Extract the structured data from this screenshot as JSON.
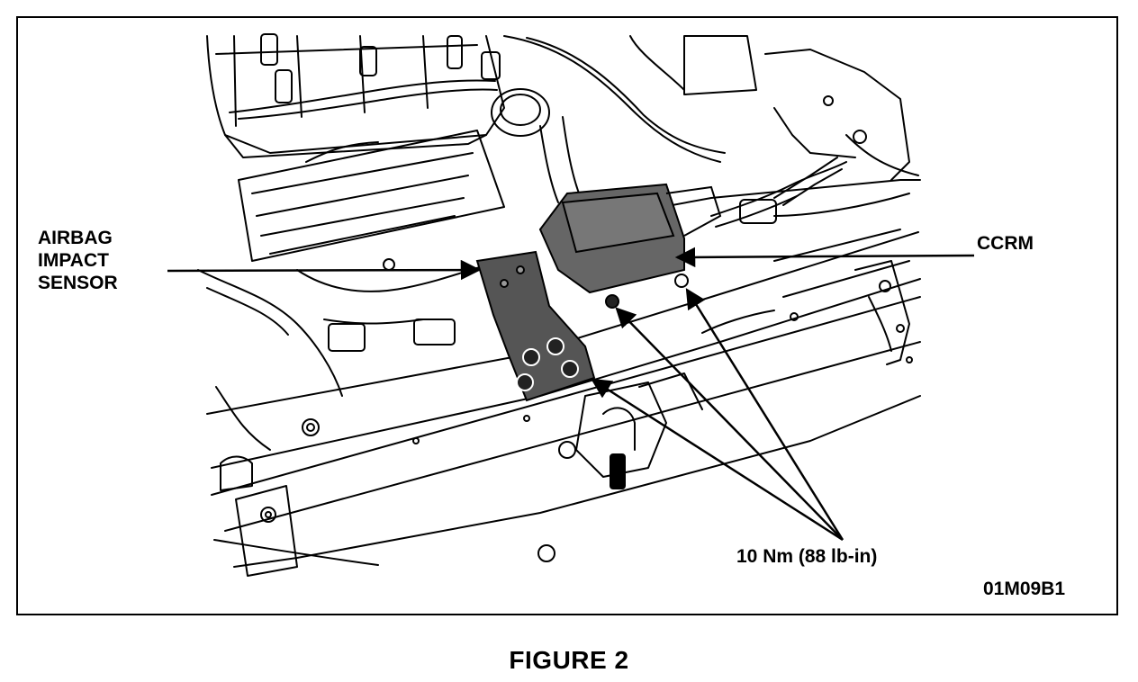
{
  "callouts": {
    "airbag_line1": "AIRBAG",
    "airbag_line2": "IMPACT",
    "airbag_line3": "SENSOR",
    "ccrm": "CCRM",
    "torque": "10 Nm (88 lb-in)"
  },
  "figure_code": "01M09B1",
  "caption": "FIGURE 2",
  "colors": {
    "line": "#000000",
    "background": "#ffffff",
    "sensor_fill": "#555555",
    "module_fill": "#666666"
  }
}
